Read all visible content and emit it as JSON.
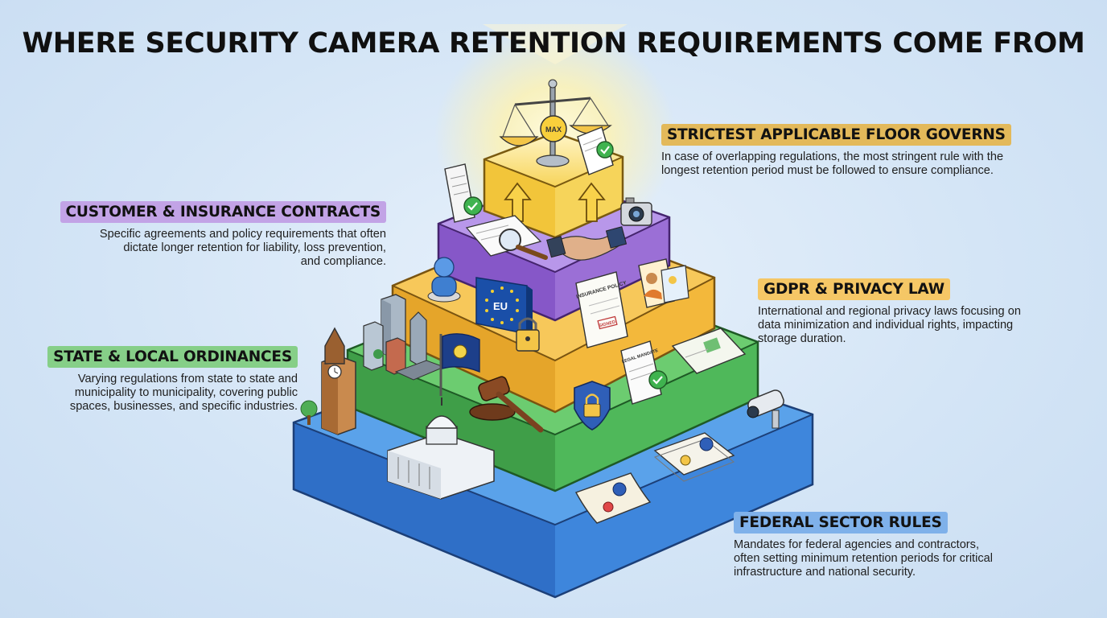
{
  "title": "WHERE SECURITY CAMERA RETENTION REQUIREMENTS COME FROM",
  "layers": [
    {
      "id": "strictest",
      "heading": "STRICTEST APPLICABLE FLOOR GOVERNS",
      "description": [
        "In case of overlapping regulations, the most stringent rule with the",
        "longest retention period must be followed to ensure compliance."
      ],
      "color": "#f5c842"
    },
    {
      "id": "contracts",
      "heading": "CUSTOMER & INSURANCE CONTRACTS",
      "description": [
        "Specific agreements and policy requirements that often",
        "dictate longer retention for liability, loss prevention,",
        "and compliance."
      ],
      "color": "#9b6fd6"
    },
    {
      "id": "gdpr",
      "heading": "GDPR & PRIVACY LAW",
      "description": [
        "International and regional privacy laws focusing on",
        "data minimization and individual rights, impacting",
        "storage duration."
      ],
      "color": "#f3b83b"
    },
    {
      "id": "state",
      "heading": "STATE & LOCAL ORDINANCES",
      "description": [
        "Varying regulations from state to state and",
        "municipality to municipality, covering public",
        "spaces, businesses, and specific industries."
      ],
      "color": "#4fb85a"
    },
    {
      "id": "federal",
      "heading": "FEDERAL SECTOR RULES",
      "description": [
        "Mandates for federal agencies and contractors,",
        "often setting minimum retention periods for critical",
        "infrastructure and national security."
      ],
      "color": "#3f86dc"
    }
  ],
  "illustration_text": {
    "max_badge": "MAX",
    "eu_flag": "EU",
    "insurance_doc": "INSURANCE POLICY",
    "stamp": "SIGNED",
    "legal_doc": "LEGAL MANDATE"
  },
  "icons": [
    "scales-icon",
    "document-check-icon",
    "arrow-up-icon",
    "magnifier-icon",
    "handshake-icon",
    "camera-icon",
    "person-icon",
    "eu-flag-icon",
    "padlock-icon",
    "id-card-icon",
    "city-buildings-icon",
    "state-flag-icon",
    "gavel-icon",
    "shield-lock-icon",
    "clock-tower-icon",
    "capitol-icon",
    "certificate-icon",
    "security-camera-icon",
    "tree-icon"
  ]
}
